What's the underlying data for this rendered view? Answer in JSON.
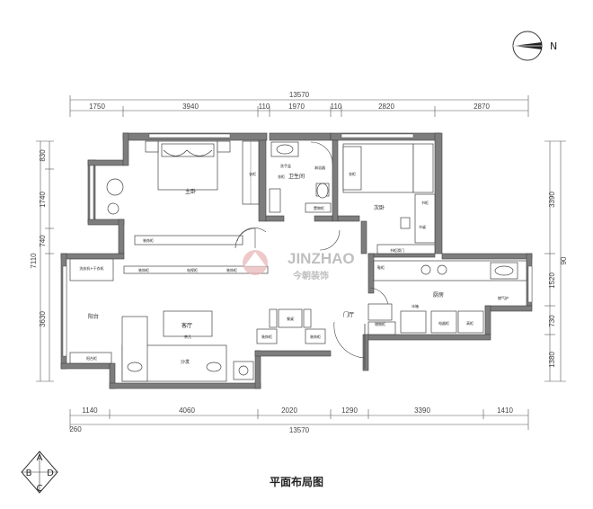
{
  "title": "平面布局图",
  "compass_north": "N",
  "view_markers": {
    "top": "A",
    "left": "B",
    "bottom": "C",
    "right": "D"
  },
  "watermark": {
    "latin": "JINZHAO",
    "chinese": "今朝装饰"
  },
  "dims": {
    "top_total": "13570",
    "top_segments": [
      "1750",
      "3940",
      "110",
      "1970",
      "110",
      "2820",
      "2870"
    ],
    "bottom_total": "13570",
    "bottom_segments": [
      "1140",
      "4060",
      "2020",
      "1290",
      "3390",
      "1410"
    ],
    "bottom_small": "260",
    "left_segments": [
      "830",
      "1740",
      "740",
      "3630"
    ],
    "left_total": "7110",
    "right_segments": [
      "3390",
      "1520",
      "730",
      "1380"
    ],
    "right_total": "90"
  },
  "rooms": {
    "master_bedroom": "主卧",
    "bathroom": "卫生间",
    "second_bedroom": "次卧",
    "balcony": "阳台",
    "living_room": "客厅",
    "kitchen": "厨房",
    "entrance": "门厅"
  },
  "labels": {
    "wardrobe_1": "衣柜",
    "wardrobe_2": "衣柜",
    "wardrobe_3": "衣柜",
    "sink": "洗手盆",
    "shower": "淋浴器",
    "toilet_cabinet": "置物柜",
    "desk": "书桌",
    "bookshelf": "书柜",
    "sliding_door": "书柜滑门",
    "display_cabinet": "装饰柜",
    "decor_cabinet_2": "装饰柜",
    "decor_cabinet_3": "装饰柜",
    "tv_cabinet": "电视柜",
    "washer": "洗衣机+干衣机",
    "balcony_cabinet": "阳台柜",
    "dining_table": "餐桌",
    "coffee_table": "茶几",
    "sofa": "沙发",
    "decor_cabinet_4": "装饰柜",
    "decor_cabinet_5": "装饰柜",
    "shoe_cabinet": "鞋柜",
    "fridge": "冰箱",
    "storage_cabinet": "储物柜",
    "microwave_cabinet": "电器柜",
    "high_cabinet": "高柜",
    "gas_stove": "燃气炉"
  }
}
